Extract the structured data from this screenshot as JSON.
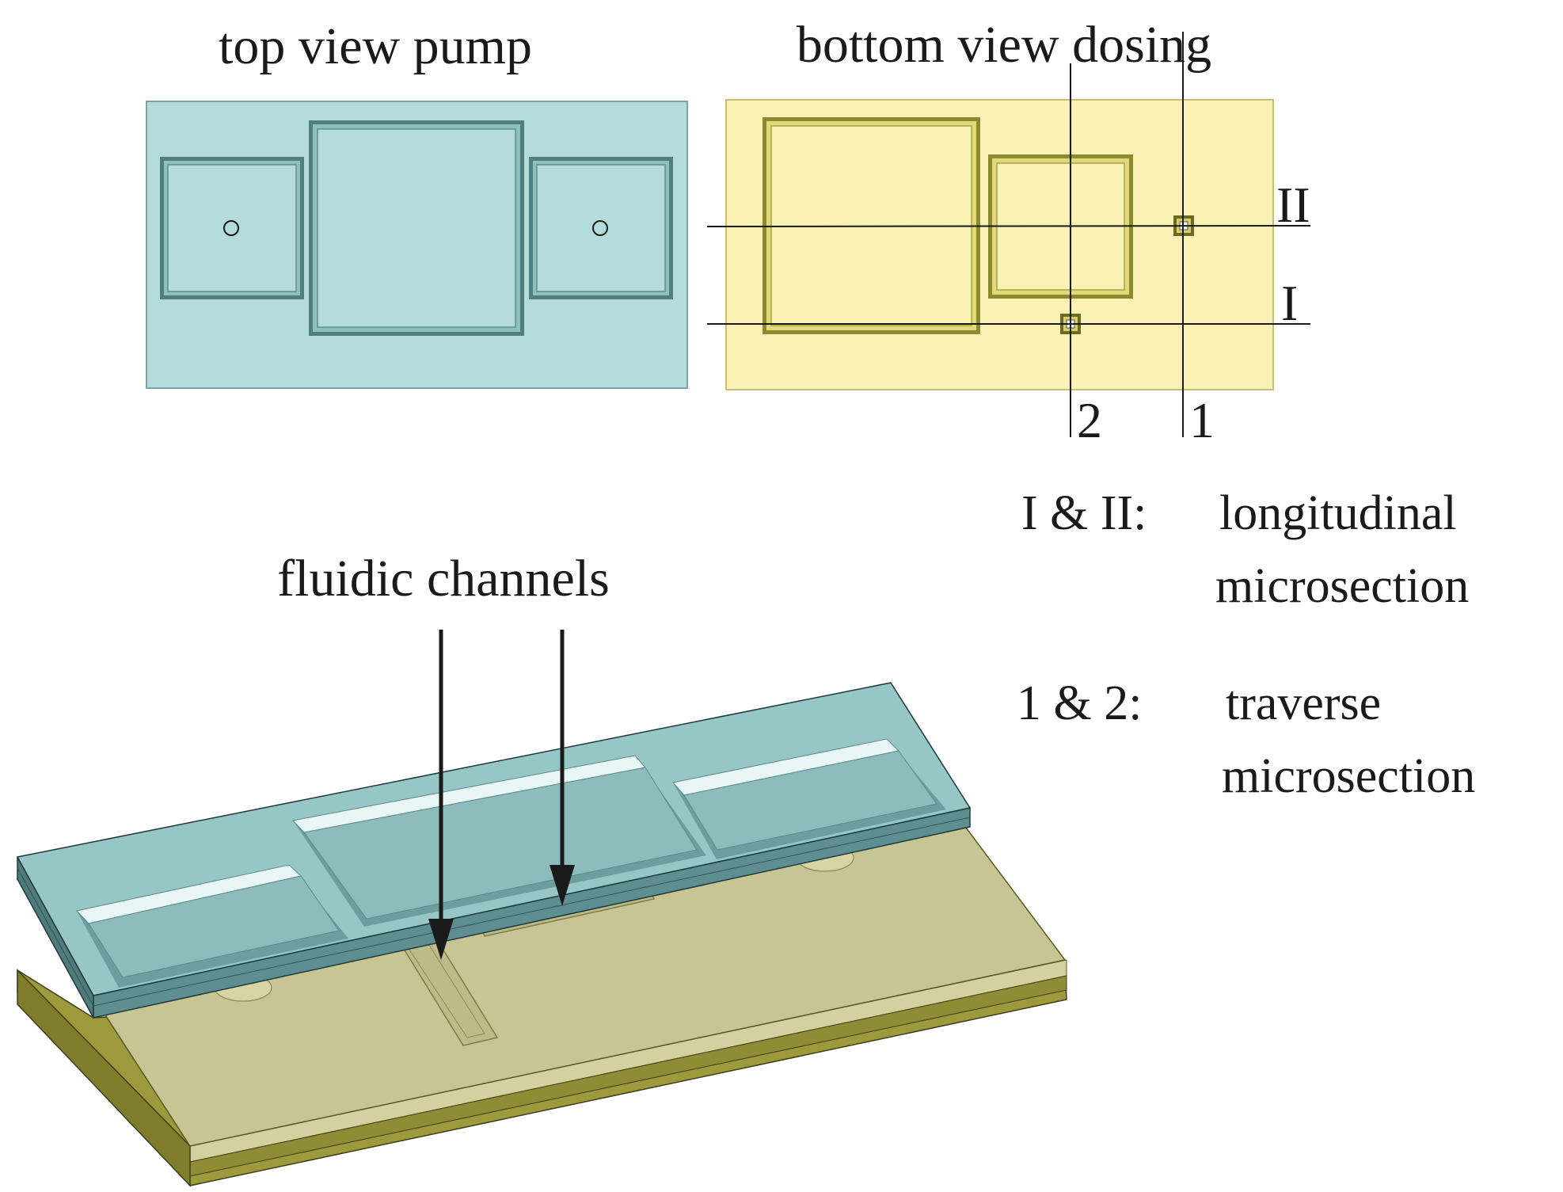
{
  "titles": {
    "top_view": "top view pump",
    "bottom_view": "bottom view dosing"
  },
  "section_labels": {
    "line_II": "II",
    "line_I": "I",
    "line_2": "2",
    "line_1": "1"
  },
  "legend": {
    "longitudinal_key": "I & II:",
    "longitudinal_line1": "longitudinal",
    "longitudinal_line2": "microsection",
    "traverse_key": "1 & 2:",
    "traverse_line1": "traverse",
    "traverse_line2": "microsection"
  },
  "callout": {
    "label": "fluidic channels"
  },
  "colors": {
    "pump_fill": "#b3dcdb",
    "pump_edge": "#4f7f7e",
    "dosing_fill": "#faf1b4",
    "dosing_edge": "#8c8a2e",
    "pump_3d_top": "#96c6c6",
    "pump_3d_side": "#5e8e90",
    "base_top": "#c7c593",
    "base_side": "#9c9a3c",
    "line": "#1a1a1a"
  }
}
